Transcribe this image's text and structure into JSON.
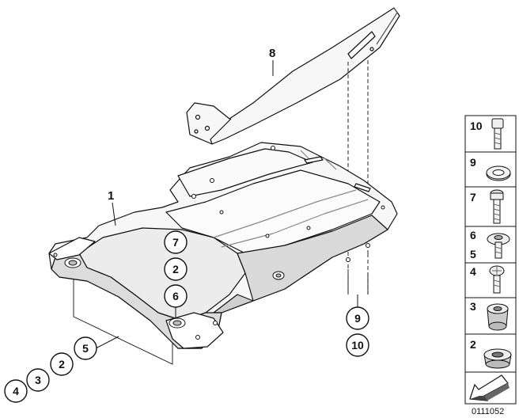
{
  "callouts": {
    "label_1": "1",
    "label_8": "8",
    "center_stack": [
      "7",
      "2",
      "6"
    ],
    "right_stack": [
      "9",
      "10"
    ],
    "bottom_row": [
      "4",
      "3",
      "2",
      "5"
    ]
  },
  "parts_legend": [
    {
      "labels": [
        "10"
      ],
      "icon": "socket-head-bolt-icon"
    },
    {
      "labels": [
        "9"
      ],
      "icon": "washer-icon"
    },
    {
      "labels": [
        "7"
      ],
      "icon": "collar-screw-icon"
    },
    {
      "labels": [
        "6",
        "5"
      ],
      "icon": "washer-bolt-icon"
    },
    {
      "labels": [
        "4"
      ],
      "icon": "oval-head-screw-icon"
    },
    {
      "labels": [
        "3"
      ],
      "icon": "rubber-bushing-icon"
    },
    {
      "labels": [
        "2"
      ],
      "icon": "grommet-icon"
    }
  ],
  "arrow_icon": "direction-arrow-icon",
  "diagram_code": "0111052",
  "colors": {
    "line": "#111111",
    "panel": "#f7f7f7",
    "shade": "#cfcfcf"
  }
}
